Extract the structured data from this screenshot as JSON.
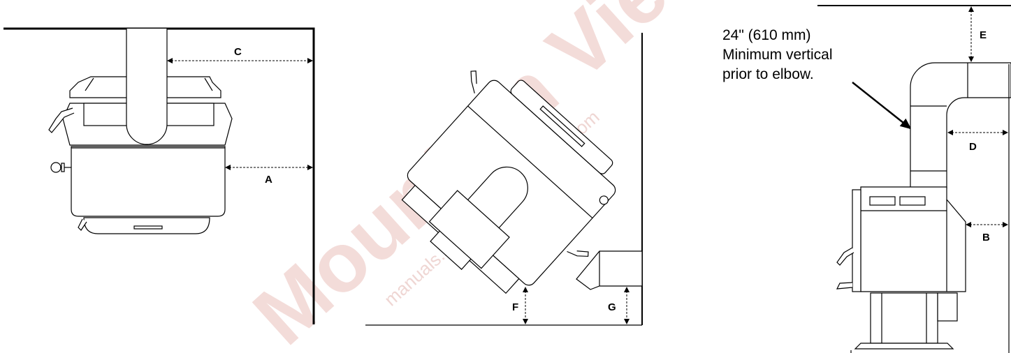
{
  "labels": {
    "A": "A",
    "B": "B",
    "C": "C",
    "D": "D",
    "E": "E",
    "F": "F",
    "G": "G"
  },
  "note": {
    "line1": "24\" (610 mm)",
    "line2": "Minimum vertical",
    "line3": "prior to elbow."
  },
  "watermark": {
    "main": "Mountain View Hearth",
    "sub": "manuals.stove-parts-unlimited.com"
  }
}
